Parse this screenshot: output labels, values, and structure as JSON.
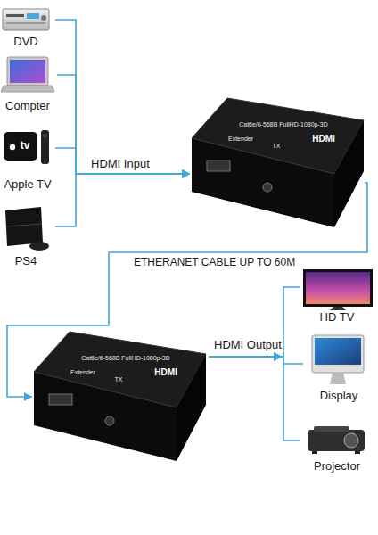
{
  "diagram": {
    "nodes": [
      {
        "text": [
          "DVD"
        ]
      },
      {
        "text": [
          "Compter"
        ]
      },
      {
        "text": [
          "tv",
          "Apple TV"
        ]
      },
      {
        "text": [
          "PS4"
        ]
      },
      {
        "text": [
          "Cat6e/6-568B FullHD-1080p-3D",
          "HDMI",
          "Extender",
          "TX"
        ]
      },
      {
        "text": [
          "Cat6e/6-568B FullHD-1080p-3D",
          "HDMI",
          "Extender",
          "TX"
        ]
      },
      {
        "text": [
          "HD TV"
        ]
      },
      {
        "text": [
          "Display"
        ]
      },
      {
        "text": [
          "Projector"
        ]
      }
    ],
    "edges": [
      {
        "from": 0,
        "to": 4,
        "arrow": "to",
        "label": "HDMI Input"
      },
      {
        "from": 1,
        "to": 4,
        "arrow": "to"
      },
      {
        "from": 2,
        "to": 4,
        "arrow": "to"
      },
      {
        "from": 3,
        "to": 4,
        "arrow": "to"
      },
      {
        "from": 4,
        "to": 5,
        "arrow": "to",
        "label": "ETHERANET CABLE UP TO 60M"
      },
      {
        "from": 5,
        "to": 6,
        "arrow": "to",
        "label": "HDMI Output"
      },
      {
        "from": 5,
        "to": 7,
        "arrow": "to"
      },
      {
        "from": 5,
        "to": 8,
        "arrow": "to"
      }
    ]
  }
}
